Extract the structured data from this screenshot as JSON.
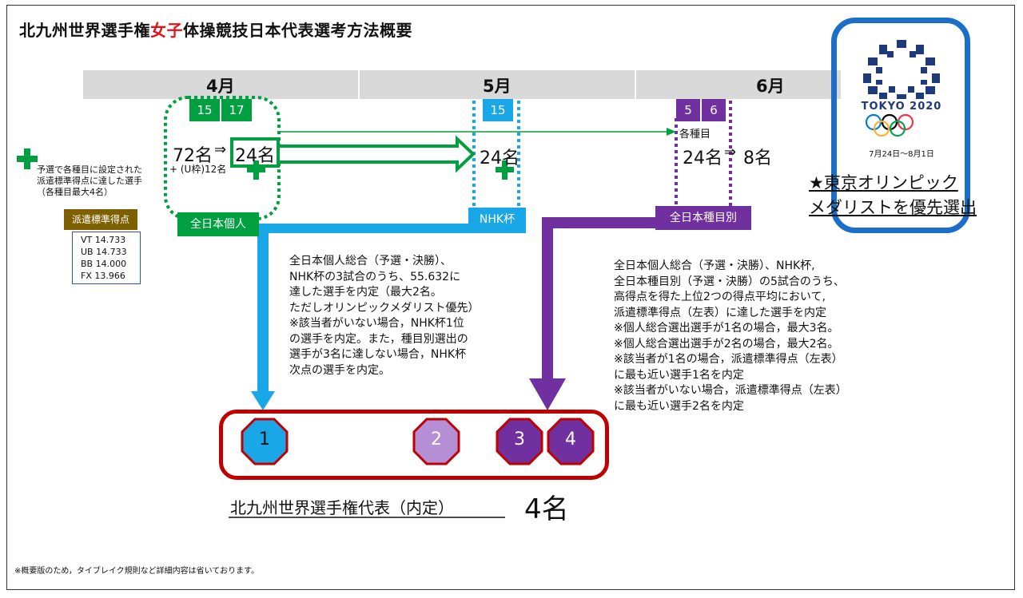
{
  "title": {
    "part1": "北九州世界選手権",
    "part2": "女子",
    "part3": "体操競技日本代表選考方法概要"
  },
  "months": [
    "4月",
    "5月",
    "6月"
  ],
  "dates": {
    "april": [
      "15",
      "17"
    ],
    "may": [
      "15"
    ],
    "june": [
      "5",
      "6"
    ]
  },
  "left_note": {
    "lines": [
      "予選で各種目に設定された",
      "派遣標準得点に達した選手",
      "（各種目最大4名）"
    ]
  },
  "standard_scores": {
    "title": "派遣標準得点",
    "items": [
      "VT 14.733",
      "UB 14.733",
      "BB 14.000",
      "FX 13.966"
    ]
  },
  "april_block": {
    "count_from": "72名",
    "arrow": "⇒",
    "count_to": "24名",
    "u_note": "+ (U枠)12名",
    "label": "全日本個人"
  },
  "may_block": {
    "count": "24名",
    "label": "NHK杯"
  },
  "june_block": {
    "event_note": "各種目",
    "count": "24名",
    "arrow": "⇒",
    "count_to": "8名",
    "label": "全日本種目別"
  },
  "desc_left": "全日本個人総合（予選・決勝）、\nNHK杯の3試合のうち、55.632に\n達した選手を内定（最大2名。\nただしオリンピックメダリスト優先）\n※該当者がいない場合，NHK杯1位\nの選手を内定。また，種目別選出の\n選手が3名に達しない場合，NHK杯\n次点の選手を内定。",
  "desc_right": "全日本個人総合（予選・決勝）、NHK杯,\n全日本種目別（予選・決勝）の5試合のうち、\n高得点を得た上位2つの得点平均において,\n派遣標準得点（左表）に達した選手を内定\n※個人総合選出選手が1名の場合，最大3名。\n※個人総合選出選手が2名の場合，最大2名。\n※該当者が1名の場合，派遣標準得点（左表）\nに最も近い選手1名を内定\n※該当者がいない場合，派遣標準得点（左表）\nに最も近い選手2名を内定",
  "representatives": {
    "numbers": [
      "1",
      "2",
      "3",
      "4"
    ],
    "colors": [
      "#1aa7e8",
      "#b48fd6",
      "#7030a0",
      "#7030a0"
    ],
    "label": "北九州世界選手権代表（内定）",
    "count": "4名"
  },
  "tokyo": {
    "text": "TOKYO 2020",
    "dates": "7月24日～8月1日",
    "priority": "★東京オリンピック\nメダリストを優先選出"
  },
  "note": "※概要版のため，タイブレイク規則など詳細内容は省いております。",
  "colors": {
    "green": "#00a040",
    "cyan": "#1aa7e8",
    "purple": "#7030a0",
    "red": "#c00000",
    "navy": "#1c6fc9"
  }
}
